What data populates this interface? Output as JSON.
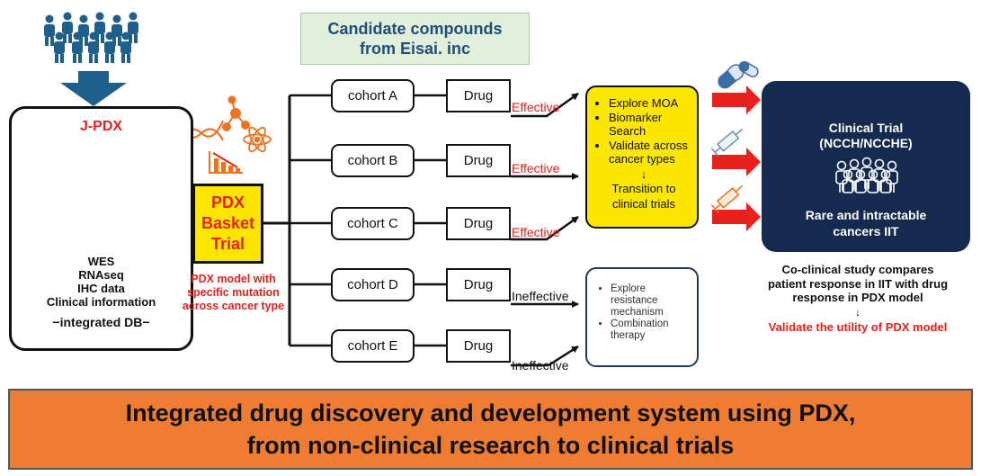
{
  "jpdx": {
    "title": "J-PDX",
    "info": [
      "WES",
      "RNAseq",
      "IHC data",
      "Clinical information"
    ],
    "db": "−integrated DB−"
  },
  "basket": {
    "lines": [
      "PDX",
      "Basket",
      "Trial"
    ],
    "caption": [
      "PDX model with",
      "specific mutation",
      "across cancer type"
    ]
  },
  "candidates": {
    "lines": [
      "Candidate compounds",
      "from Eisai. inc"
    ]
  },
  "cohorts": [
    {
      "label": "cohort A",
      "drug": "Drug",
      "result": "Effective"
    },
    {
      "label": "cohort B",
      "drug": "Drug",
      "result": "Effective"
    },
    {
      "label": "cohort C",
      "drug": "Drug",
      "result": "Effective"
    },
    {
      "label": "cohort D",
      "drug": "Drug",
      "result": "Ineffective"
    },
    {
      "label": "cohort E",
      "drug": "Drug",
      "result": "Ineffective"
    }
  ],
  "effective_box": {
    "bullets": [
      "Explore MOA",
      "Biomarker Search",
      "Validate across cancer types"
    ],
    "arrow": "↓",
    "transition": [
      "Transition to",
      "clinical trials"
    ]
  },
  "ineffective_box": {
    "bullets": [
      "Explore resistance mechanism",
      "Combination therapy"
    ]
  },
  "clinical_trial": {
    "title": [
      "Clinical Trial",
      "(NCCH/NCCHE)"
    ],
    "subtitle": [
      "Rare and intractable",
      "cancers IIT"
    ]
  },
  "coclinical": {
    "lines": [
      "Co-clinical study compares",
      "patient response in IIT with drug",
      "response in PDX model"
    ],
    "arrow": "↓",
    "conclusion": "Validate the utility of PDX model"
  },
  "banner": {
    "lines": [
      "Integrated drug discovery and development system using PDX,",
      "from non-clinical research to clinical trials"
    ]
  },
  "colors": {
    "navy": "#142a4f",
    "steel_blue": "#1f5f8b",
    "red": "#e8211c",
    "yellow": "#fde600",
    "orange": "#ee7d31",
    "light_green": "#e2efda"
  },
  "icons": [
    "people-group-icon",
    "down-arrow-icon",
    "mouse-tumor-icon",
    "dna-icon",
    "molecule-icon",
    "atom-icon",
    "decline-chart-icon",
    "capsule-pill-icon",
    "syringe-icon"
  ]
}
